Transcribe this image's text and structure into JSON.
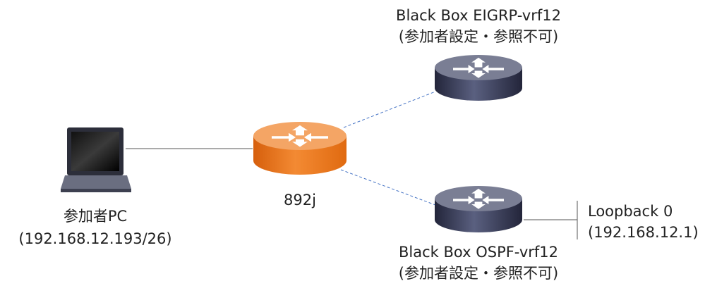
{
  "nodes": {
    "pc": {
      "name": "参加者PC",
      "ip": "(192.168.12.193/26)"
    },
    "router_892j": {
      "name": "892j",
      "color": "#e8731a"
    },
    "eigrp": {
      "name": "Black Box EIGRP-vrf12",
      "note": "(参加者設定・参照不可)",
      "color": "#3a3d52"
    },
    "ospf": {
      "name": "Black Box OSPF-vrf12",
      "note": "(参加者設定・参照不可)",
      "color": "#3a3d52"
    },
    "loopback": {
      "name": "Loopback 0",
      "ip": "(192.168.12.1)"
    }
  },
  "links": [
    {
      "from": "pc",
      "to": "router_892j",
      "style": "solid"
    },
    {
      "from": "router_892j",
      "to": "eigrp",
      "style": "dashed"
    },
    {
      "from": "router_892j",
      "to": "ospf",
      "style": "dashed"
    },
    {
      "from": "ospf",
      "to": "loopback",
      "style": "solid"
    }
  ]
}
